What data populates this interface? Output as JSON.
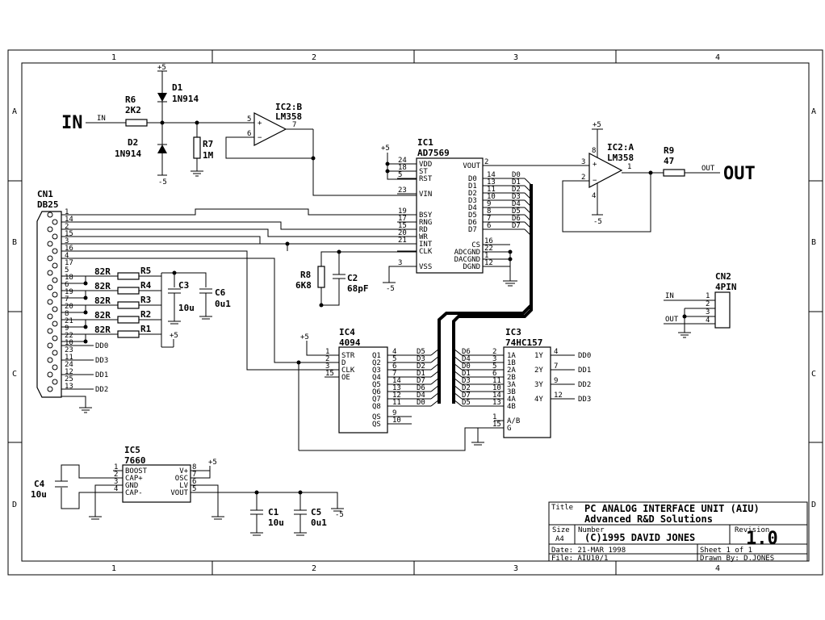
{
  "frame": {
    "col_labels": [
      "1",
      "2",
      "3",
      "4"
    ],
    "row_labels": [
      "A",
      "B",
      "C",
      "D"
    ]
  },
  "title_block": {
    "title_label": "Title",
    "title": "PC ANALOG INTERFACE UNIT (AIU)",
    "company": "Advanced R&D Solutions",
    "size_label": "Size",
    "size": "A4",
    "number_label": "Number",
    "number": "(C)1995 DAVID JONES",
    "revision_label": "Revision",
    "revision": "1.0",
    "date": "Date: 21-MAR 1998",
    "sheet": "Sheet 1 of 1",
    "file": "File: AIU10/1",
    "drawn": "Drawn By: D.JONES"
  },
  "io": {
    "in_big": "IN",
    "out_big": "OUT",
    "in_net": "IN",
    "out_net": "OUT"
  },
  "rails": {
    "pos5": "+5",
    "neg5": "-5"
  },
  "parts": {
    "d1": {
      "ref": "D1",
      "val": "1N914"
    },
    "d2": {
      "ref": "D2",
      "val": "1N914"
    },
    "r6": {
      "ref": "R6",
      "val": "2K2"
    },
    "r7": {
      "ref": "R7",
      "val": "1M"
    },
    "r8": {
      "ref": "R8",
      "val": "6K8"
    },
    "r9": {
      "ref": "R9",
      "val": "47"
    },
    "c2": {
      "ref": "C2",
      "val": "68pF"
    },
    "c3": {
      "ref": "C3",
      "val": "10u"
    },
    "c6": {
      "ref": "C6",
      "val": "0u1"
    },
    "c4": {
      "ref": "C4",
      "val": "10u"
    },
    "c1": {
      "ref": "C1",
      "val": "10u"
    },
    "c5": {
      "ref": "C5",
      "val": "0u1"
    },
    "rpack": [
      "R5",
      "R4",
      "R3",
      "R2",
      "R1"
    ],
    "rval": "82R"
  },
  "ic2b": {
    "ref": "IC2:B",
    "val": "LM358",
    "pins": [
      "5",
      "6",
      "7"
    ]
  },
  "ic2a": {
    "ref": "IC2:A",
    "val": "LM358",
    "pins": [
      "3",
      "2",
      "1",
      "8",
      "4"
    ]
  },
  "ic1": {
    "ref": "IC1",
    "val": "AD7569",
    "left": [
      {
        "pin": "24",
        "name": "VDD"
      },
      {
        "pin": "18",
        "name": "ST"
      },
      {
        "pin": "5",
        "name": "RST"
      },
      {
        "pin": "23",
        "name": "VIN"
      },
      {
        "pin": "19",
        "name": "BSY"
      },
      {
        "pin": "17",
        "name": "RNG"
      },
      {
        "pin": "15",
        "name": "RD"
      },
      {
        "pin": "20",
        "name": "WR"
      },
      {
        "pin": "21",
        "name": "INT"
      },
      {
        "pin": "",
        "name": "CLK"
      },
      {
        "pin": "3",
        "name": "VSS"
      }
    ],
    "right": [
      {
        "pin": "2",
        "name": "VOUT",
        "net": ""
      },
      {
        "pin": "14",
        "name": "D0",
        "net": "D0"
      },
      {
        "pin": "13",
        "name": "D1",
        "net": "D1"
      },
      {
        "pin": "11",
        "name": "D2",
        "net": "D2"
      },
      {
        "pin": "10",
        "name": "D3",
        "net": "D3"
      },
      {
        "pin": "9",
        "name": "D4",
        "net": "D4"
      },
      {
        "pin": "8",
        "name": "D5",
        "net": "D5"
      },
      {
        "pin": "7",
        "name": "D6",
        "net": "D6"
      },
      {
        "pin": "6",
        "name": "D7",
        "net": "D7"
      },
      {
        "pin": "16",
        "name": "CS",
        "net": ""
      },
      {
        "pin": "22",
        "name": "ADCGND",
        "net": ""
      },
      {
        "pin": "1",
        "name": "DACGND",
        "net": ""
      },
      {
        "pin": "12",
        "name": "DGND",
        "net": ""
      }
    ]
  },
  "ic4": {
    "ref": "IC4",
    "val": "4094",
    "left": [
      {
        "pin": "1",
        "name": "STR"
      },
      {
        "pin": "2",
        "name": "D"
      },
      {
        "pin": "3",
        "name": "CLK"
      },
      {
        "pin": "15",
        "name": "OE"
      }
    ],
    "right": [
      {
        "pin": "4",
        "name": "Q1",
        "net": "D5"
      },
      {
        "pin": "5",
        "name": "Q2",
        "net": "D3"
      },
      {
        "pin": "6",
        "name": "Q3",
        "net": "D2"
      },
      {
        "pin": "7",
        "name": "Q4",
        "net": "D1"
      },
      {
        "pin": "14",
        "name": "Q5",
        "net": "D7"
      },
      {
        "pin": "13",
        "name": "Q6",
        "net": "D6"
      },
      {
        "pin": "12",
        "name": "Q7",
        "net": "D4"
      },
      {
        "pin": "11",
        "name": "Q8",
        "net": "D0"
      },
      {
        "pin": "9",
        "name": "QS",
        "net": ""
      },
      {
        "pin": "10",
        "name": "QS",
        "net": ""
      }
    ]
  },
  "ic3": {
    "ref": "IC3",
    "val": "74HC157",
    "left": [
      {
        "pin": "2",
        "name": "1A",
        "net": "D6"
      },
      {
        "pin": "3",
        "name": "1B",
        "net": "D4"
      },
      {
        "pin": "5",
        "name": "2A",
        "net": "D0"
      },
      {
        "pin": "6",
        "name": "2B",
        "net": "D1"
      },
      {
        "pin": "11",
        "name": "3A",
        "net": "D3"
      },
      {
        "pin": "10",
        "name": "3B",
        "net": "D2"
      },
      {
        "pin": "14",
        "name": "4A",
        "net": "D7"
      },
      {
        "pin": "13",
        "name": "4B",
        "net": "D5"
      },
      {
        "pin": "1",
        "name": "A/B",
        "net": ""
      },
      {
        "pin": "15",
        "name": "G",
        "net": ""
      }
    ],
    "right": [
      {
        "pin": "4",
        "name": "1Y",
        "net": "DD0"
      },
      {
        "pin": "7",
        "name": "2Y",
        "net": "DD1"
      },
      {
        "pin": "9",
        "name": "3Y",
        "net": "DD2"
      },
      {
        "pin": "12",
        "name": "4Y",
        "net": "DD3"
      }
    ]
  },
  "ic5": {
    "ref": "IC5",
    "val": "7660",
    "left": [
      {
        "pin": "1",
        "name": "BOOST"
      },
      {
        "pin": "2",
        "name": "CAP+"
      },
      {
        "pin": "3",
        "name": "GND"
      },
      {
        "pin": "4",
        "name": "CAP-"
      }
    ],
    "right": [
      {
        "pin": "8",
        "name": "V+"
      },
      {
        "pin": "7",
        "name": "OSC"
      },
      {
        "pin": "6",
        "name": "LV"
      },
      {
        "pin": "5",
        "name": "VOUT"
      }
    ]
  },
  "cn1": {
    "ref": "CN1",
    "val": "DB25",
    "pins": [
      "1",
      "14",
      "2",
      "15",
      "3",
      "16",
      "4",
      "17",
      "5",
      "18",
      "6",
      "19",
      "7",
      "20",
      "8",
      "21",
      "9",
      "22",
      "10",
      "23",
      "11",
      "24",
      "12",
      "25",
      "13"
    ],
    "nets": [
      "DD0",
      "DD3",
      "DD1",
      "DD2"
    ]
  },
  "cn2": {
    "ref": "CN2",
    "val": "4PIN",
    "pins": [
      "1",
      "2",
      "3",
      "4"
    ]
  }
}
